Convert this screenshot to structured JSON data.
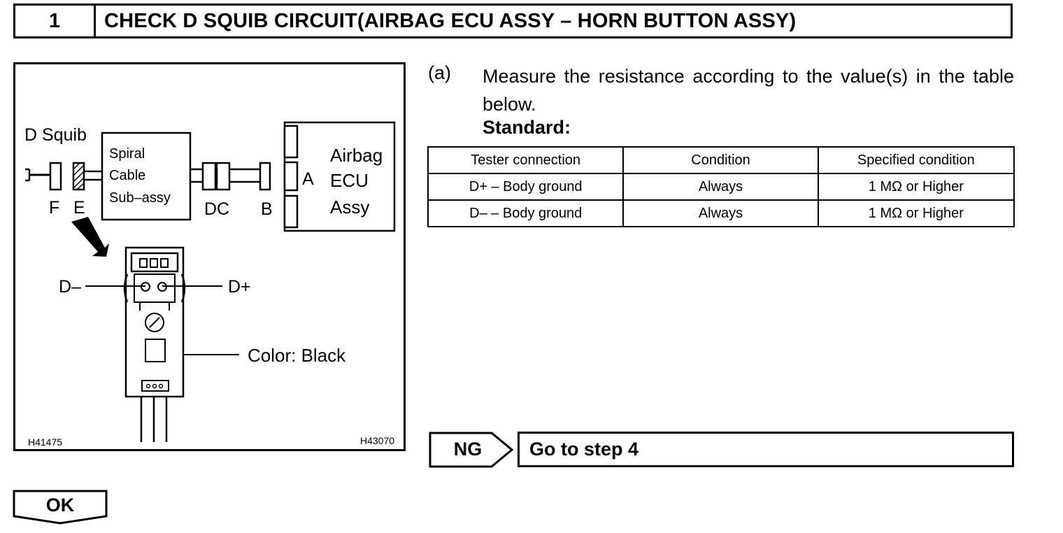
{
  "step": {
    "number": "1",
    "title": "CHECK D SQUIB CIRCUIT(AIRBAG ECU ASSY – HORN BUTTON ASSY)"
  },
  "figure": {
    "d_squib": "D Squib",
    "spiral_lines": [
      "Spiral",
      "Cable",
      "Sub–assy"
    ],
    "ecu_lines": [
      "Airbag",
      "ECU",
      "Assy"
    ],
    "connector_f": "F",
    "connector_e": "E",
    "connector_dc": "DC",
    "connector_b": "B",
    "connector_a": "A",
    "terminal_minus": "D–",
    "terminal_plus": "D+",
    "color_note": "Color: Black",
    "code_left": "H41475",
    "code_right": "H43070"
  },
  "instruction": {
    "label": "(a)",
    "text": "Measure the resistance according to the value(s) in the table below.",
    "standard": "Standard:"
  },
  "table": {
    "headers": [
      "Tester connection",
      "Condition",
      "Specified condition"
    ],
    "rows": [
      [
        "D+ – Body ground",
        "Always",
        "1 MΩ or Higher"
      ],
      [
        "D– – Body ground",
        "Always",
        "1 MΩ or Higher"
      ]
    ]
  },
  "result_ng": {
    "label": "NG",
    "action": "Go to step 4"
  },
  "result_ok": {
    "label": "OK"
  }
}
